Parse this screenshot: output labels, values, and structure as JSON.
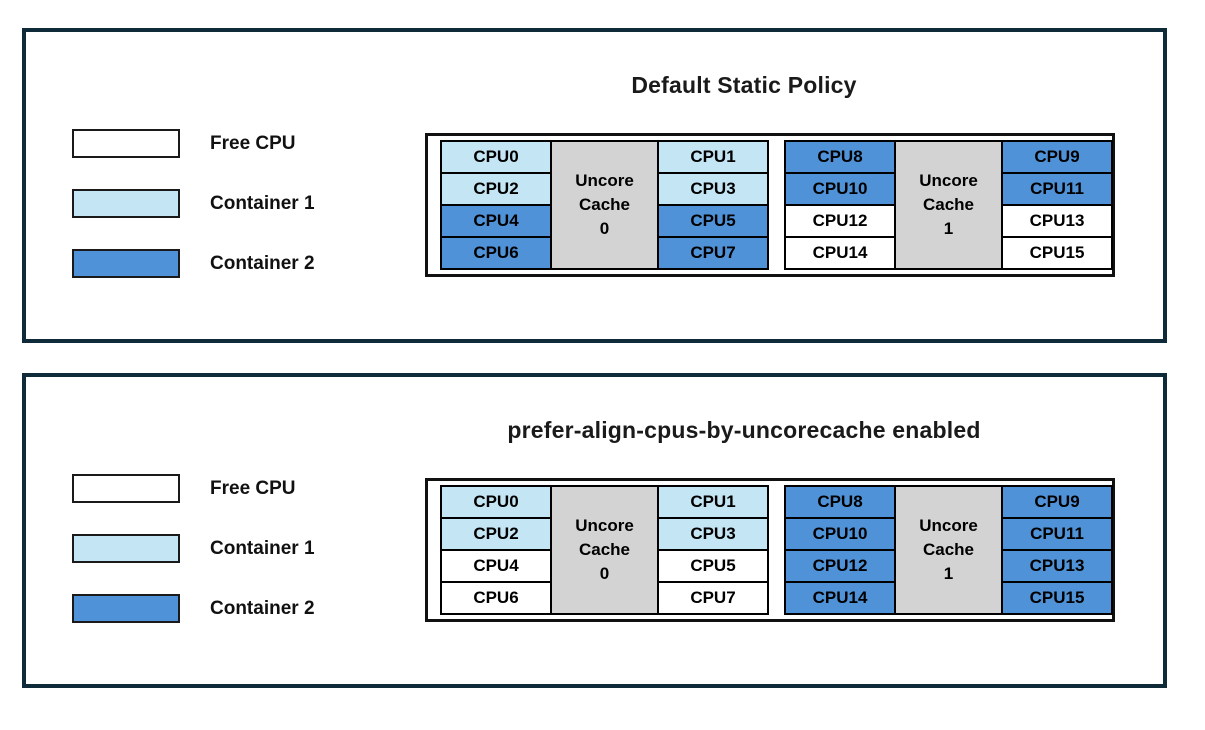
{
  "colors": {
    "free": "#ffffff",
    "container1": "#c4e5f4",
    "container2": "#4f92d8",
    "cache_fill": "#d3d3d3",
    "panel_border": "#0f2a38",
    "frame": "#111111"
  },
  "panels": [
    {
      "title": "Default Static Policy",
      "legend": [
        {
          "label": "Free CPU",
          "state": "free"
        },
        {
          "label": "Container 1",
          "state": "container1"
        },
        {
          "label": "Container 2",
          "state": "container2"
        }
      ],
      "groups": [
        {
          "cache": {
            "line1": "Uncore",
            "line2": "Cache",
            "line3": "0"
          },
          "left": [
            {
              "id": "CPU0",
              "state": "container1"
            },
            {
              "id": "CPU2",
              "state": "container1"
            },
            {
              "id": "CPU4",
              "state": "container2"
            },
            {
              "id": "CPU6",
              "state": "container2"
            }
          ],
          "right": [
            {
              "id": "CPU1",
              "state": "container1"
            },
            {
              "id": "CPU3",
              "state": "container1"
            },
            {
              "id": "CPU5",
              "state": "container2"
            },
            {
              "id": "CPU7",
              "state": "container2"
            }
          ]
        },
        {
          "cache": {
            "line1": "Uncore",
            "line2": "Cache",
            "line3": "1"
          },
          "left": [
            {
              "id": "CPU8",
              "state": "container2"
            },
            {
              "id": "CPU10",
              "state": "container2"
            },
            {
              "id": "CPU12",
              "state": "free"
            },
            {
              "id": "CPU14",
              "state": "free"
            }
          ],
          "right": [
            {
              "id": "CPU9",
              "state": "container2"
            },
            {
              "id": "CPU11",
              "state": "container2"
            },
            {
              "id": "CPU13",
              "state": "free"
            },
            {
              "id": "CPU15",
              "state": "free"
            }
          ]
        }
      ]
    },
    {
      "title": "prefer-align-cpus-by-uncorecache enabled",
      "legend": [
        {
          "label": "Free CPU",
          "state": "free"
        },
        {
          "label": "Container 1",
          "state": "container1"
        },
        {
          "label": "Container 2",
          "state": "container2"
        }
      ],
      "groups": [
        {
          "cache": {
            "line1": "Uncore",
            "line2": "Cache",
            "line3": "0"
          },
          "left": [
            {
              "id": "CPU0",
              "state": "container1"
            },
            {
              "id": "CPU2",
              "state": "container1"
            },
            {
              "id": "CPU4",
              "state": "free"
            },
            {
              "id": "CPU6",
              "state": "free"
            }
          ],
          "right": [
            {
              "id": "CPU1",
              "state": "container1"
            },
            {
              "id": "CPU3",
              "state": "container1"
            },
            {
              "id": "CPU5",
              "state": "free"
            },
            {
              "id": "CPU7",
              "state": "free"
            }
          ]
        },
        {
          "cache": {
            "line1": "Uncore",
            "line2": "Cache",
            "line3": "1"
          },
          "left": [
            {
              "id": "CPU8",
              "state": "container2"
            },
            {
              "id": "CPU10",
              "state": "container2"
            },
            {
              "id": "CPU12",
              "state": "container2"
            },
            {
              "id": "CPU14",
              "state": "container2"
            }
          ],
          "right": [
            {
              "id": "CPU9",
              "state": "container2"
            },
            {
              "id": "CPU11",
              "state": "container2"
            },
            {
              "id": "CPU13",
              "state": "container2"
            },
            {
              "id": "CPU15",
              "state": "container2"
            }
          ]
        }
      ]
    }
  ]
}
